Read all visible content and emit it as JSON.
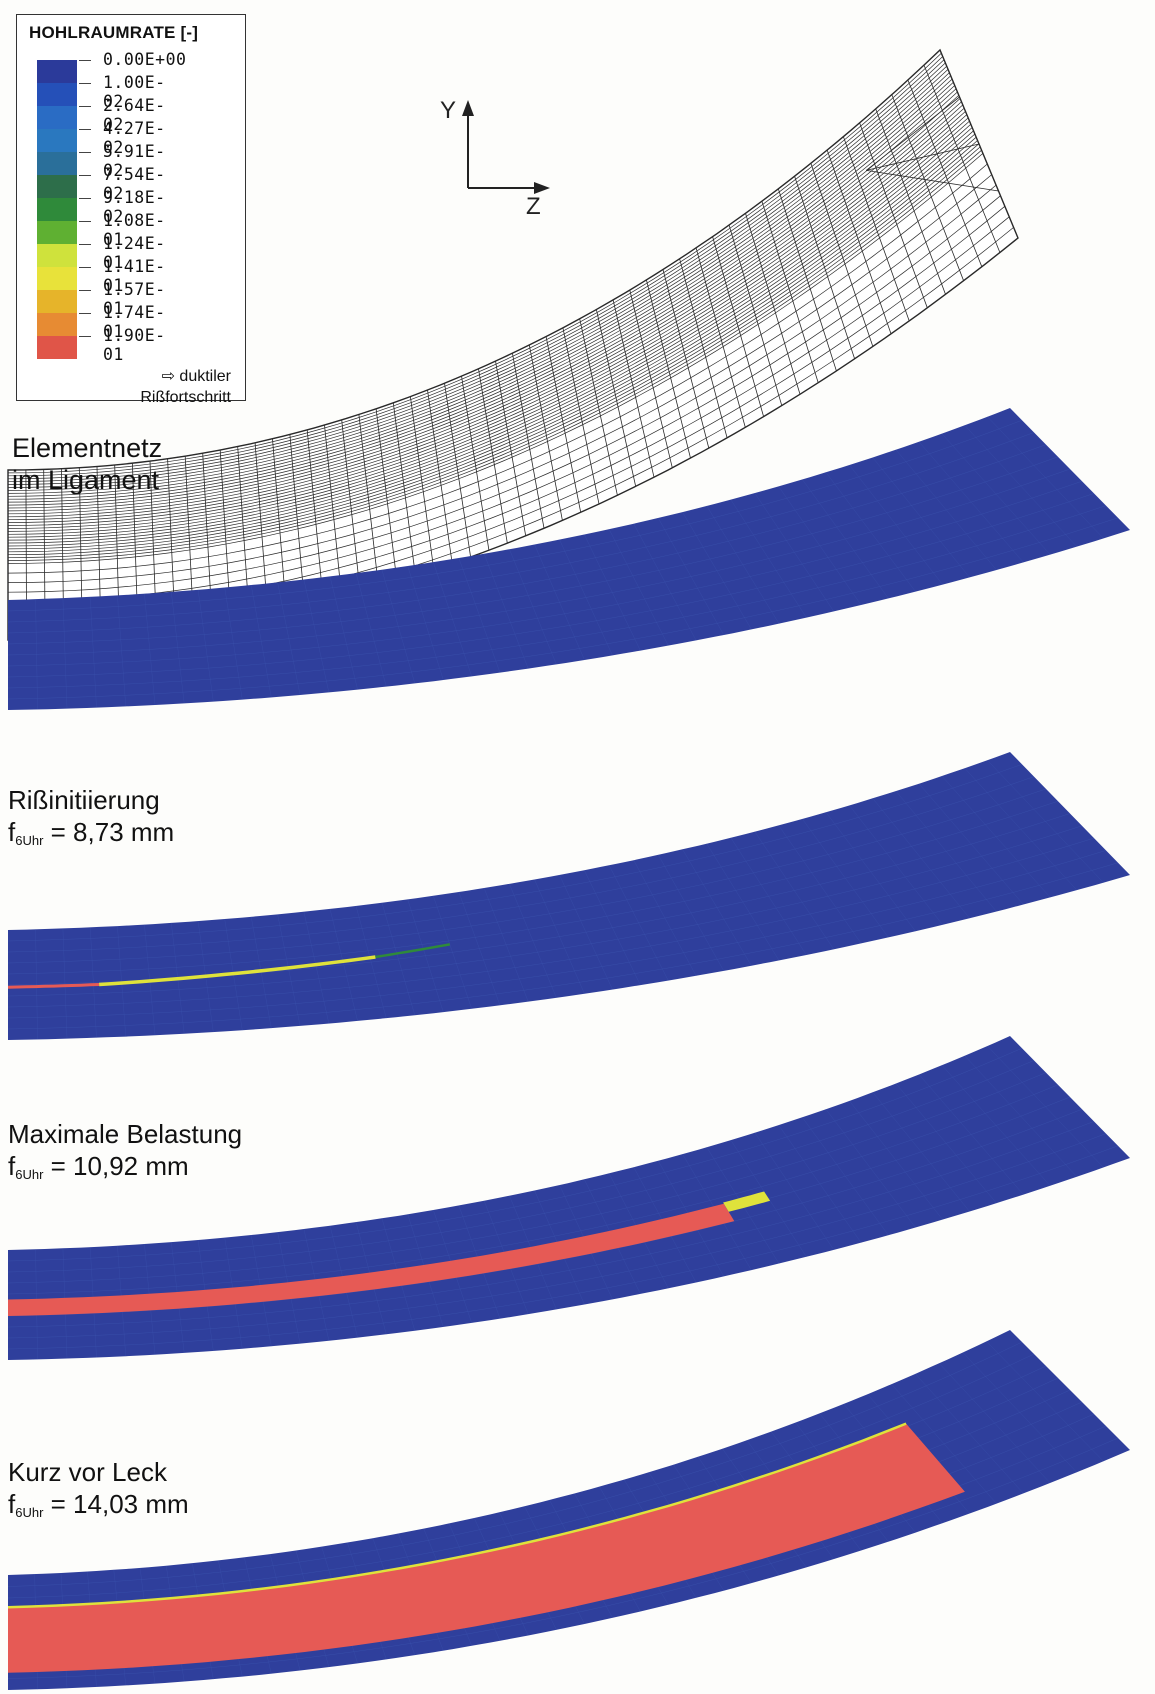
{
  "legend": {
    "title": "HOHLRAUMRATE [-]",
    "values": [
      "0.00E+00",
      "1.00E-02",
      "2.64E-02",
      "4.27E-02",
      "5.91E-02",
      "7.54E-02",
      "9.18E-02",
      "1.08E-01",
      "1.24E-01",
      "1.41E-01",
      "1.57E-01",
      "1.74E-01",
      "1.90E-01"
    ],
    "colors": [
      "#2b3a9a",
      "#2550b8",
      "#2a6cc4",
      "#2a78bf",
      "#2a6f9a",
      "#2d6e4a",
      "#2f8a3a",
      "#5fb032",
      "#cfe23c",
      "#e8e23a",
      "#e6b42a",
      "#e78b33",
      "#e05548"
    ],
    "note_line1": "⇨ duktiler",
    "note_line2": "Rißfortschritt"
  },
  "axes": {
    "y_label": "Y",
    "z_label": "Z"
  },
  "panels": {
    "mesh": {
      "line1": "Elementnetz",
      "line2": "im Ligament"
    },
    "p1": {
      "title": "Rißinitiierung",
      "f_main": "f",
      "f_sub": "6Uhr",
      "f_value": " = 8,73 mm"
    },
    "p2": {
      "title": "Maximale Belastung",
      "f_main": "f",
      "f_sub": "6Uhr",
      "f_value": " = 10,92 mm"
    },
    "p3": {
      "title": "Kurz vor Leck",
      "f_main": "f",
      "f_sub": "6Uhr",
      "f_value": " = 14,03 mm"
    }
  },
  "colors": {
    "contour_blue": "#2f3f9c",
    "crack_red": "#e65a55",
    "crack_yellow": "#dfe23b",
    "mesh_line": "#2a2a2a"
  }
}
